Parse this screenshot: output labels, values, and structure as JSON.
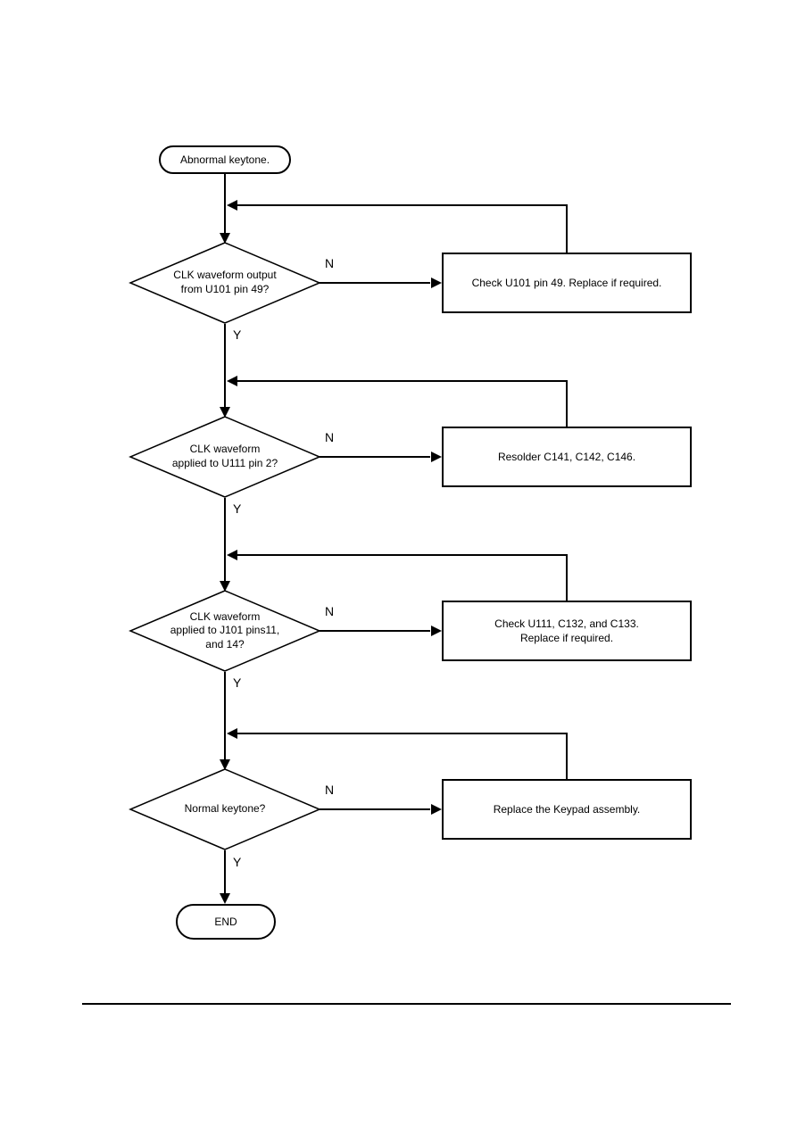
{
  "flowchart": {
    "start_label": "Abnormal keytone.",
    "end_label": "END",
    "yes_label": "Y",
    "no_label": "N",
    "steps": [
      {
        "question": "CLK waveform output\nfrom U101 pin 49?",
        "action": "Check U101 pin 49. Replace if required."
      },
      {
        "question": "CLK waveform\napplied to U111 pin 2?",
        "action": "Resolder C141, C142, C146."
      },
      {
        "question": "CLK waveform\napplied to J101 pins11,\nand 14?",
        "action": "Check U111, C132, and C133.\nReplace if required."
      },
      {
        "question": "Normal keytone?",
        "action": "Replace the Keypad assembly."
      }
    ],
    "colors": {
      "line": "#000000",
      "background": "#ffffff"
    }
  }
}
